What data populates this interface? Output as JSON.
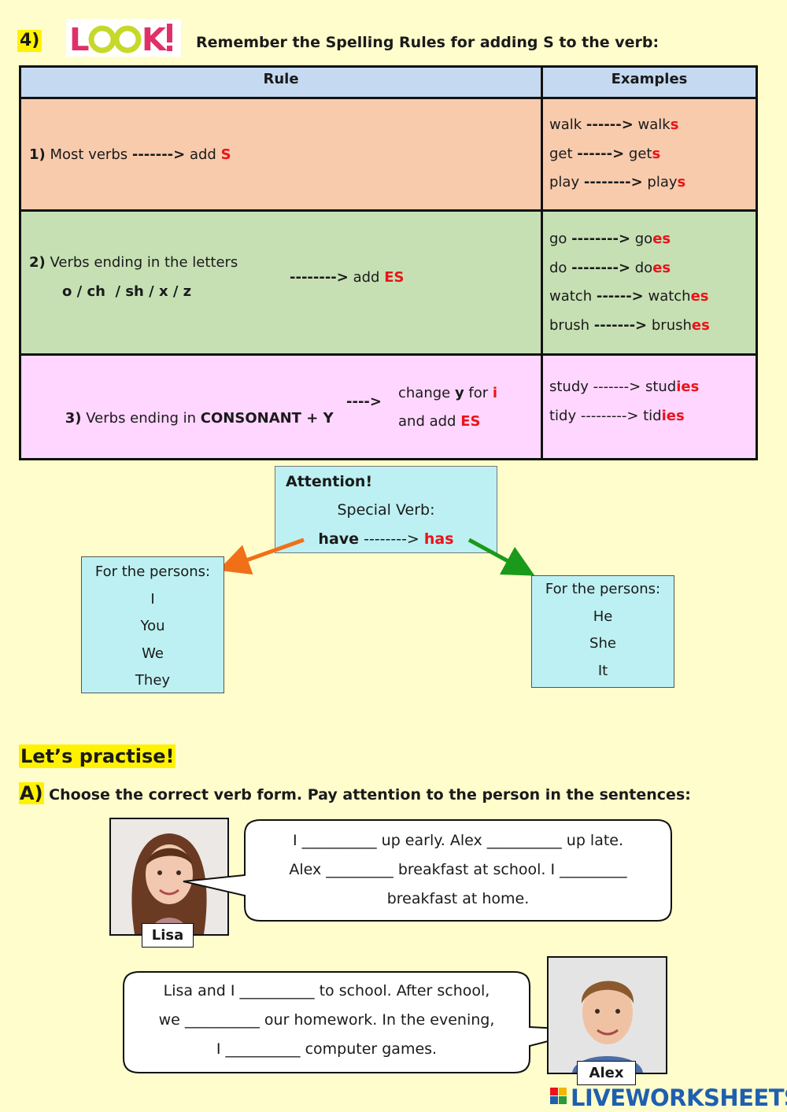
{
  "header": {
    "number": "4)",
    "logo_text": "LOOK!",
    "title": "Remember the Spelling Rules for adding S to the verb:"
  },
  "table": {
    "col_rule": "Rule",
    "col_examples": "Examples",
    "rows": [
      {
        "num": "1)",
        "text": " Most verbs ",
        "arrow": "------->",
        "action": " add ",
        "ending": "S",
        "examples": [
          {
            "base": "walk ",
            "arrow": "------>",
            "stem": " walk",
            "suffix": "s"
          },
          {
            "base": "get ",
            "arrow": "------>",
            "stem": " get",
            "suffix": "s"
          },
          {
            "base": "play ",
            "arrow": "-------->",
            "stem": " play",
            "suffix": "s"
          }
        ]
      },
      {
        "num": "2)",
        "text": " Verbs ending in the letters",
        "letters": "o / ch  / sh / x / z",
        "arrow": "-------->",
        "action": " add ",
        "ending": "ES",
        "examples": [
          {
            "base": "go ",
            "arrow": "-------->",
            "stem": " go",
            "suffix": "es"
          },
          {
            "base": "do ",
            "arrow": "-------->",
            "stem": " do",
            "suffix": "es"
          },
          {
            "base": "watch ",
            "arrow": "------>",
            "stem": " watch",
            "suffix": "es"
          },
          {
            "base": "brush ",
            "arrow": "------->",
            "stem": " brush",
            "suffix": "es"
          }
        ]
      },
      {
        "num": "3)",
        "text": " Verbs ending in ",
        "bold_text": "CONSONANT + Y",
        "arrow": "---->",
        "change_pre": "change ",
        "change_y": "y",
        "change_mid": " for ",
        "change_i": "i",
        "add_pre": "and add ",
        "ending": "ES",
        "examples": [
          {
            "base": "study ",
            "arrow": "------->",
            "stem": " stud",
            "suffix": "ies"
          },
          {
            "base": "tidy ",
            "arrow": "--------->",
            "stem": " tid",
            "suffix": "ies"
          }
        ]
      }
    ]
  },
  "attention": {
    "title": "Attention!",
    "subtitle": "Special Verb:",
    "verb": "have",
    "arrow": " --------> ",
    "result": "has"
  },
  "persons_left": {
    "label": "For the persons:",
    "items": [
      "I",
      "You",
      "We",
      "They"
    ]
  },
  "persons_right": {
    "label": "For the persons:",
    "items": [
      "He",
      "She",
      "It"
    ]
  },
  "practise": {
    "heading": "Let’s practise!",
    "section_letter": "A)",
    "instruction": "Choose the correct verb form. Pay attention to the person in the sentences:"
  },
  "lisa": {
    "name": "Lisa",
    "lines": [
      "I __________ up early. Alex __________ up late.",
      "Alex _________ breakfast at school. I _________",
      "breakfast at home."
    ]
  },
  "alex": {
    "name": "Alex",
    "lines": [
      "Lisa and I __________ to school. After school,",
      "we __________ our homework. In the evening,",
      "I __________ computer games."
    ]
  },
  "footer": {
    "logo_text": "LIVEWORKSHEETS"
  },
  "colors": {
    "background": "#fffdcc",
    "highlight": "#fff200",
    "red": "#e8141b",
    "header_blue": "#c5d9f1",
    "row1": "#f8cbad",
    "row2": "#c6e0b4",
    "row3": "#ffd6ff",
    "box_cyan": "#bdf0f2",
    "arrow_orange": "#f07018",
    "arrow_green": "#1a9a1a"
  }
}
